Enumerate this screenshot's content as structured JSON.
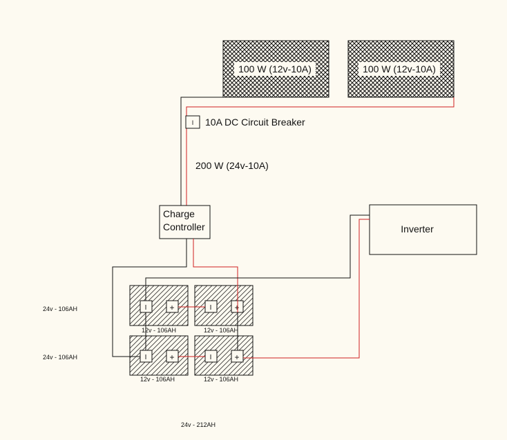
{
  "colors": {
    "background": "#fdfaf1",
    "wire_positive": "#d01f1f",
    "wire_negative": "#111111",
    "panel_hatch": "#111111"
  },
  "solar_panels": [
    {
      "label": "100 W (12v-10A)"
    },
    {
      "label": "100 W (12v-10A)"
    }
  ],
  "breaker": {
    "label": "10A DC Circuit Breaker",
    "symbol": "I"
  },
  "array_output": {
    "label": "200 W (24v-10A)"
  },
  "charge_controller": {
    "line1": "Charge",
    "line2": "Controller"
  },
  "inverter": {
    "label": "Inverter"
  },
  "batteries": [
    {
      "label": "12v - 106AH",
      "neg": "I",
      "pos": "+"
    },
    {
      "label": "12v - 106AH",
      "neg": "I",
      "pos": "+"
    },
    {
      "label": "12v - 106AH",
      "neg": "I",
      "pos": "+"
    },
    {
      "label": "12v - 106AH",
      "neg": "I",
      "pos": "+"
    }
  ],
  "bank_rows": [
    {
      "label": "24v - 106AH"
    },
    {
      "label": "24v - 106AH"
    }
  ],
  "bank_total": {
    "label": "24v - 212AH"
  }
}
